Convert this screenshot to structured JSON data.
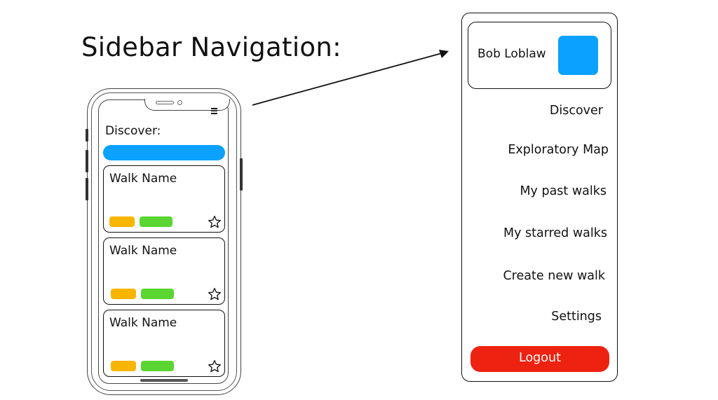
{
  "slide": {
    "title": "Sidebar Navigation:"
  },
  "phone": {
    "screen_title": "Discover:",
    "cards": [
      {
        "name": "Walk Name"
      },
      {
        "name": "Walk Name"
      },
      {
        "name": "Walk Name"
      }
    ]
  },
  "sidebar": {
    "user_name": "Bob Loblaw",
    "items": [
      {
        "label": "Discover"
      },
      {
        "label": "Exploratory Map"
      },
      {
        "label": "My past walks"
      },
      {
        "label": "My starred walks"
      },
      {
        "label": "Create new walk"
      },
      {
        "label": "Settings"
      }
    ],
    "logout_label": "Logout"
  },
  "colors": {
    "accent_blue": "#0aa1ff",
    "tag_yellow": "#f7b500",
    "tag_green": "#5ad531",
    "logout_red": "#ee2211"
  }
}
